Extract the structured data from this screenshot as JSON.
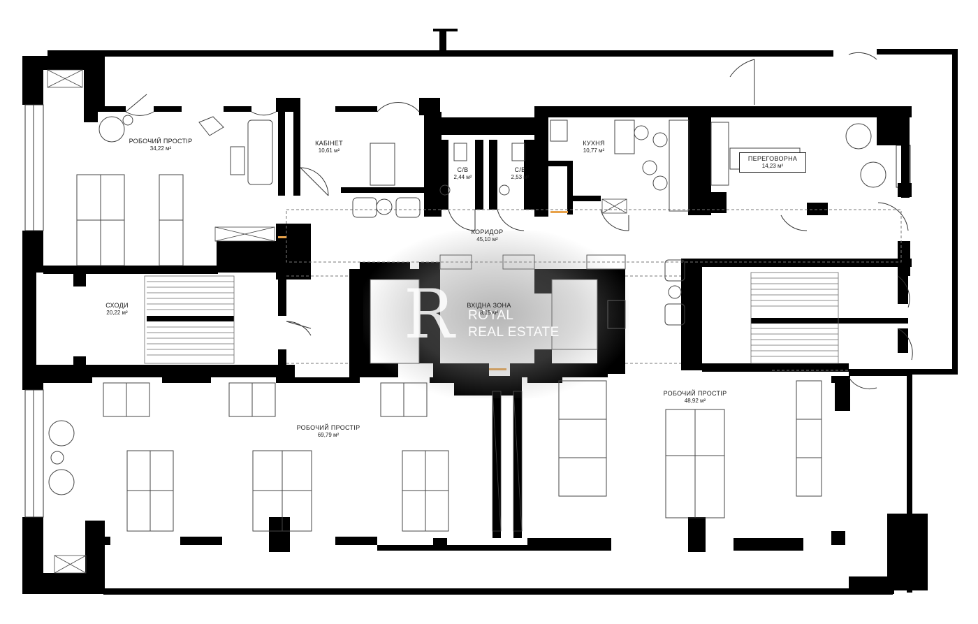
{
  "plan": {
    "rooms": [
      {
        "id": "workspace-1",
        "name": "РОБОЧИЙ ПРОСТІР",
        "area": "34,22 м²"
      },
      {
        "id": "office",
        "name": "КАБІНЕТ",
        "area": "10,61 м²"
      },
      {
        "id": "wc-1",
        "name": "С/В",
        "area": "2,44 м²"
      },
      {
        "id": "wc-2",
        "name": "С/В",
        "area": "2,53 м²"
      },
      {
        "id": "kitchen",
        "name": "КУХНЯ",
        "area": "10,77 м²"
      },
      {
        "id": "meeting",
        "name": "ПЕРЕГОВОРНА",
        "area": "14,23 м²"
      },
      {
        "id": "corridor",
        "name": "КОРИДОР",
        "area": "45,10 м²"
      },
      {
        "id": "stairs",
        "name": "СХОДИ",
        "area": "20,22 м²"
      },
      {
        "id": "entrance",
        "name": "ВХІДНА ЗОНА",
        "area": "8,15 м²"
      },
      {
        "id": "workspace-2",
        "name": "РОБОЧИЙ ПРОСТІР",
        "area": "69,79 м²"
      },
      {
        "id": "workspace-3",
        "name": "РОБОЧИЙ ПРОСТІР",
        "area": "48,92 м²"
      }
    ],
    "colors": {
      "wall": "#000000",
      "line": "#333333",
      "furniture": "#555555",
      "accent": "#e8a24a"
    }
  },
  "watermark": {
    "logo_letter": "R",
    "line1": "ROYAL",
    "line2": "REAL ESTATE"
  }
}
